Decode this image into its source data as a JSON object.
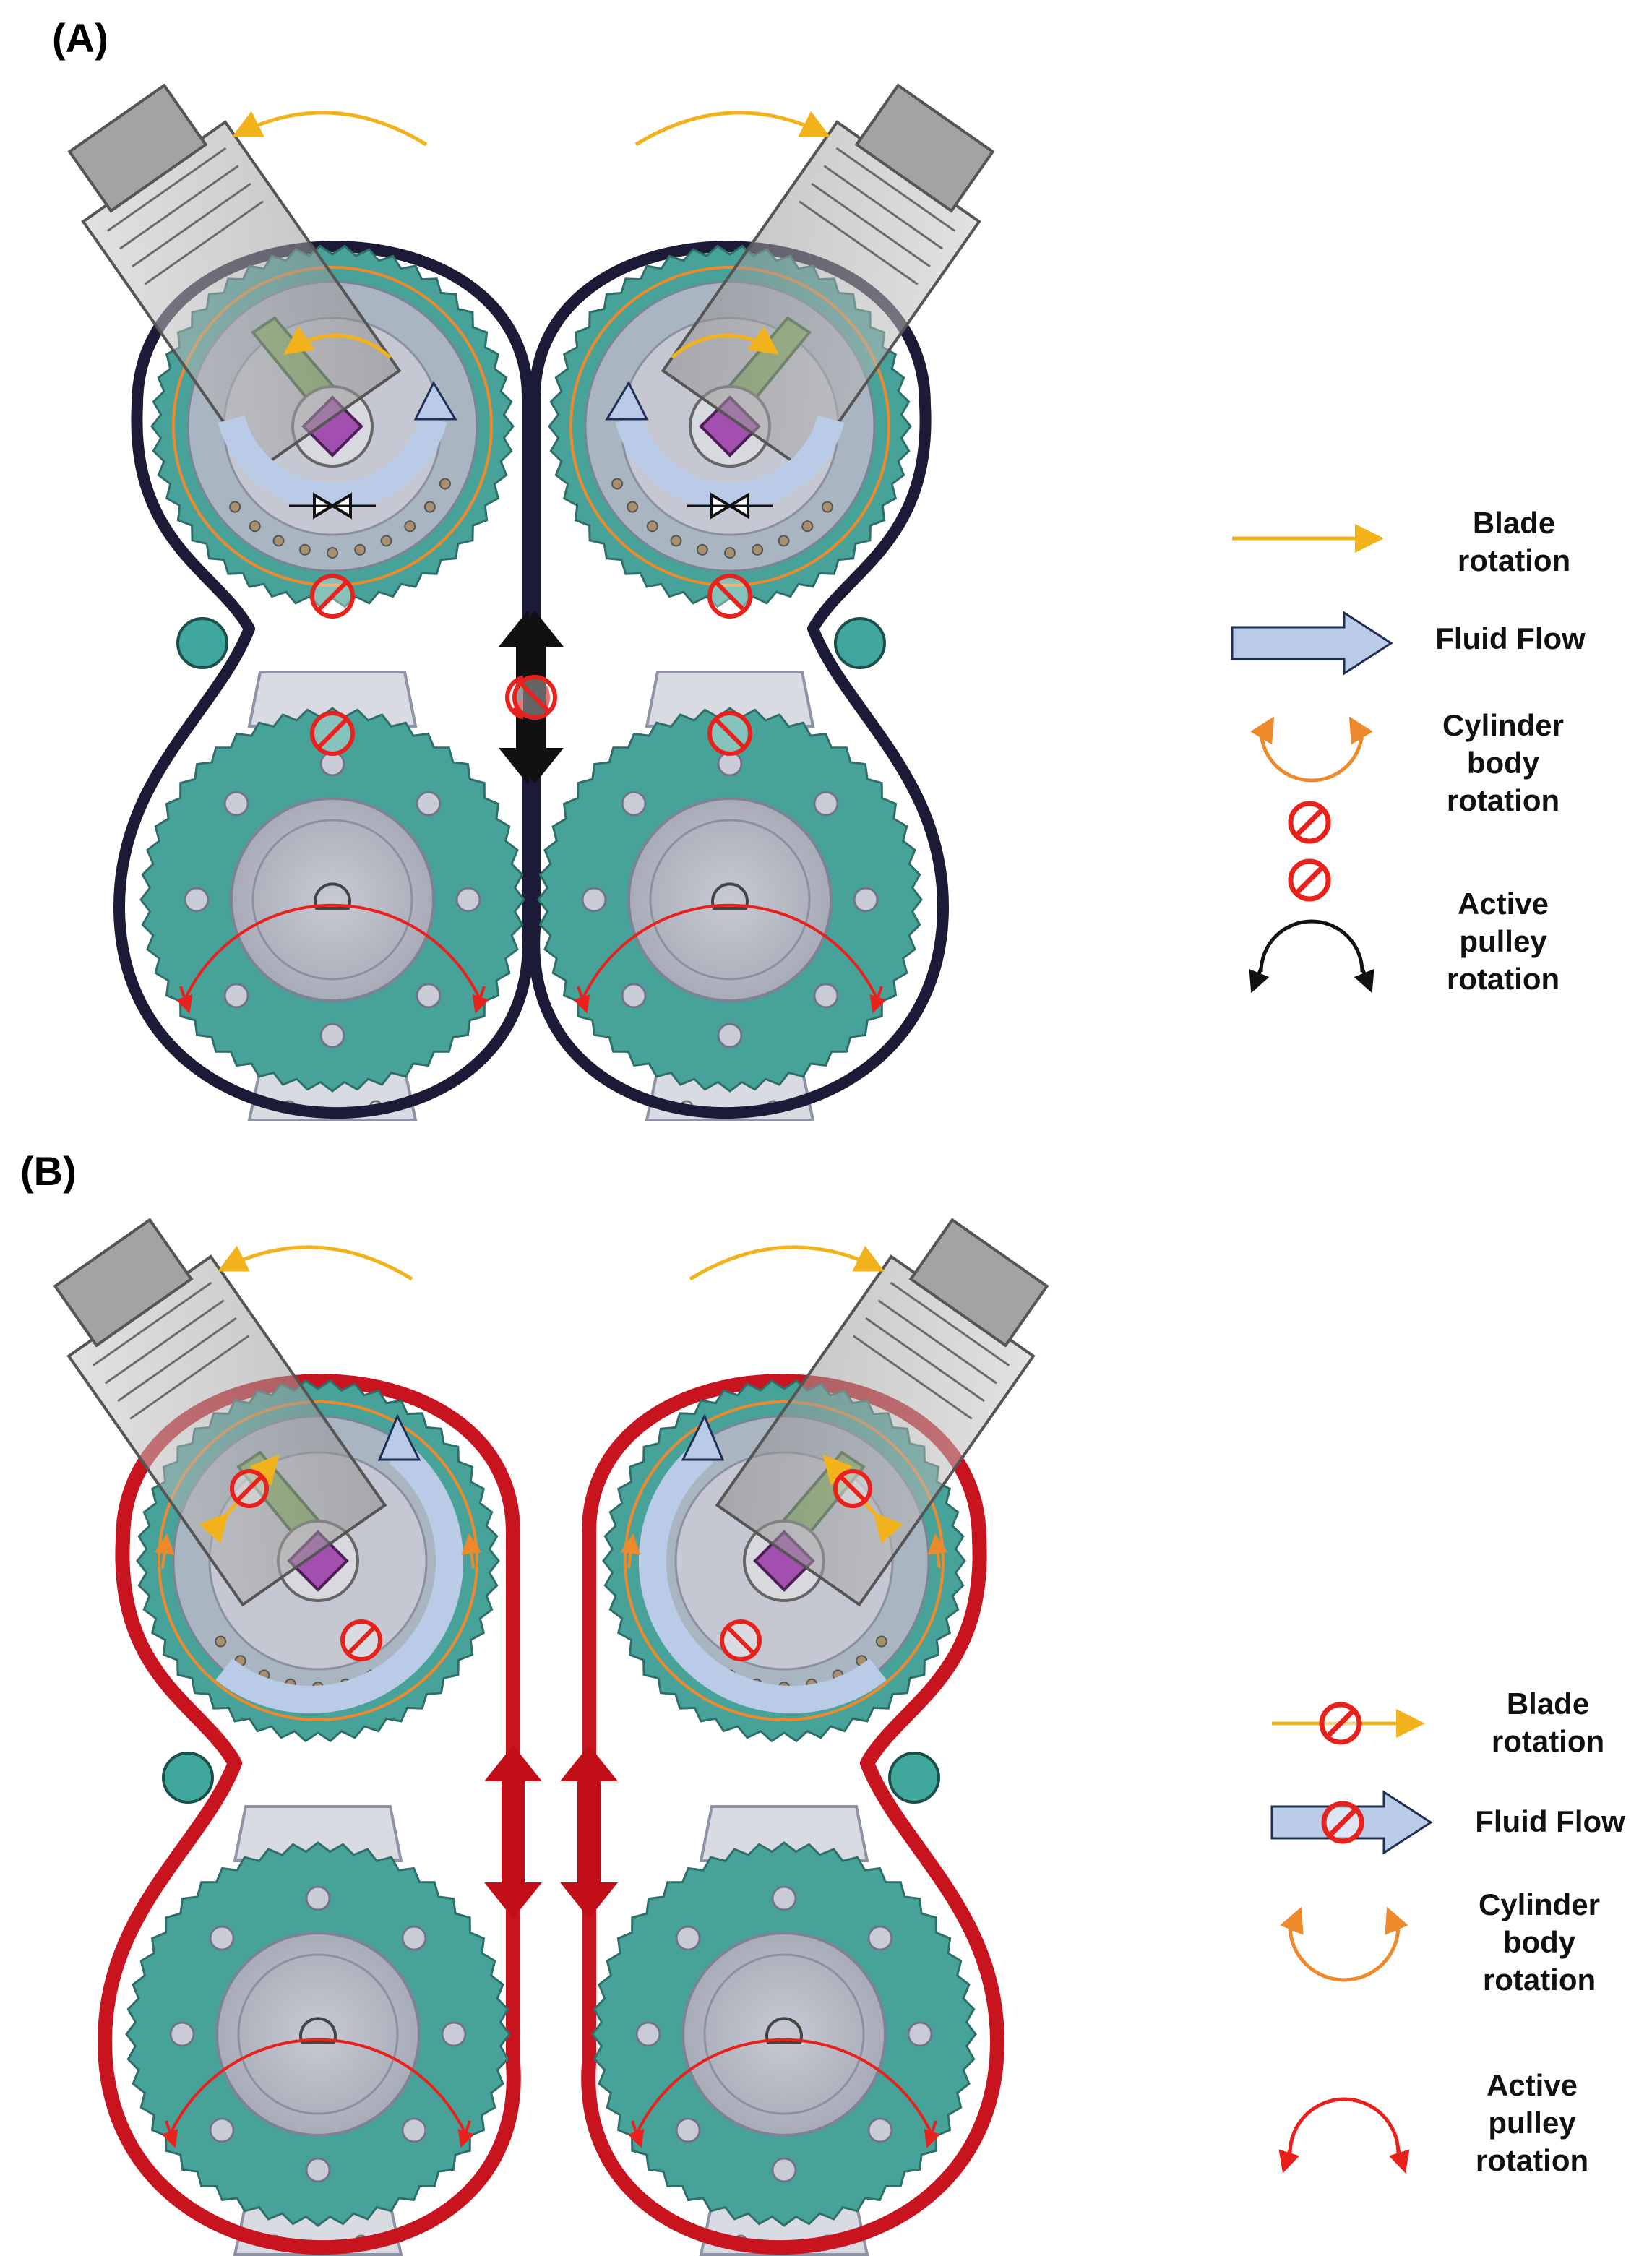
{
  "panels": [
    {
      "label": "(A)",
      "legend": [
        {
          "lines": [
            "Blade",
            "rotation"
          ]
        },
        {
          "lines": [
            "Fluid Flow"
          ]
        },
        {
          "lines": [
            "Cylinder",
            "body",
            "rotation"
          ]
        },
        {
          "lines": [
            "Active",
            "pulley",
            "rotation"
          ]
        }
      ]
    },
    {
      "label": "(B)",
      "legend": [
        {
          "lines": [
            "Blade",
            "rotation"
          ]
        },
        {
          "lines": [
            "Fluid Flow"
          ]
        },
        {
          "lines": [
            "Cylinder",
            "body",
            "rotation"
          ]
        },
        {
          "lines": [
            "Active",
            "pulley",
            "rotation"
          ]
        }
      ]
    }
  ],
  "colors": {
    "belt_a": "#1b1b38",
    "belt_b": "#c8141e",
    "gear": "#47a39a",
    "blade_arrow": "#f2b21b",
    "fluid_arrow": "#b9cbe6",
    "cylinder_arrow": "#ef8a2c",
    "pulley_arrow": "#e8211d",
    "prohibit": "#e8211d",
    "idler": "#3fa79c",
    "motor": "#9a9a9a"
  },
  "icons": [
    "prohibit-icon",
    "blade-arrow-icon",
    "fluid-arrow-icon",
    "curved-arrow-icon"
  ]
}
